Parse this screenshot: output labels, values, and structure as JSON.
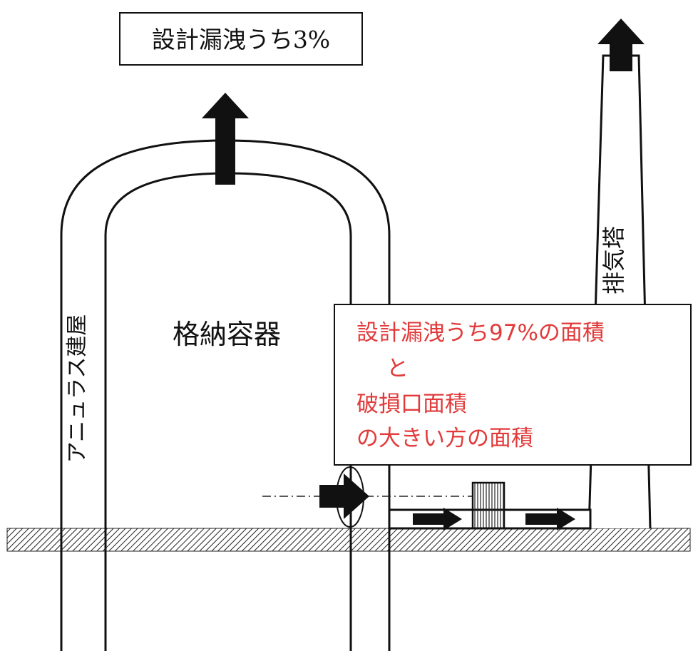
{
  "labels": {
    "top_leak": "設計漏洩うち3%",
    "annulus_building": "アニュラス建屋",
    "containment_vessel": "格納容器",
    "exhaust_stack": "排気塔",
    "area_note": {
      "line1": "設計漏洩うち97%の面積",
      "line2": "と",
      "line3": "破損口面積",
      "line4": "の大きい方の面積"
    }
  },
  "colors": {
    "line": "#111111",
    "note_text": "#e23a3a",
    "background": "#ffffff"
  }
}
